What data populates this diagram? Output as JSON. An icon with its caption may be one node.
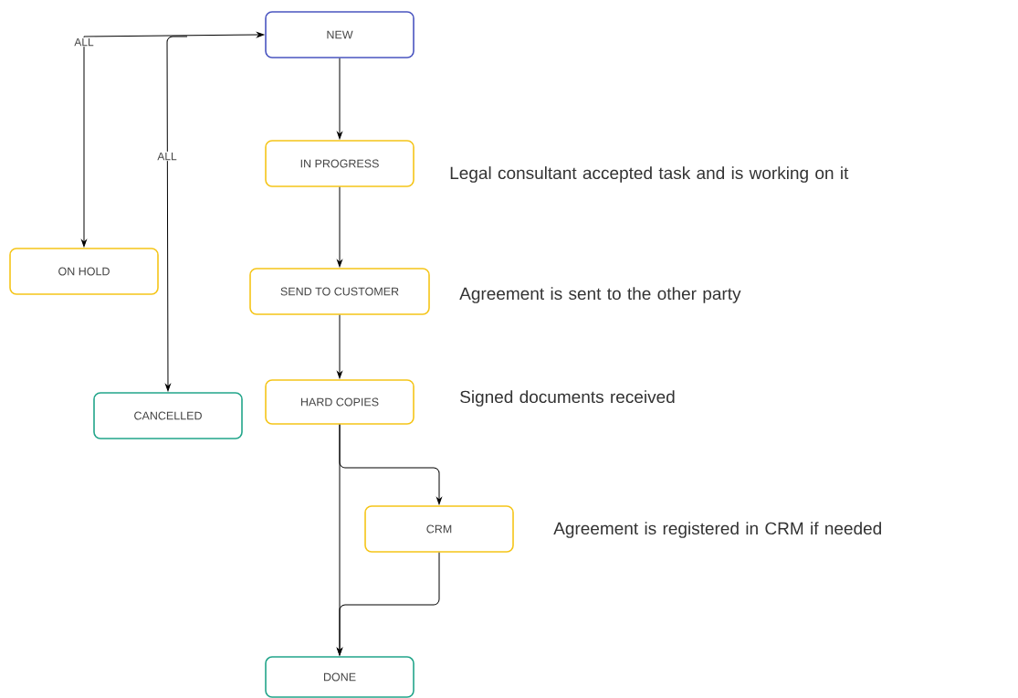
{
  "diagram": {
    "nodes": [
      {
        "text": [
          "NEW"
        ]
      },
      {
        "text": [
          "IN PROGRESS"
        ],
        "beside": [
          "Legal consultant accepted task and is working on it"
        ]
      },
      {
        "text": [
          "ON HOLD"
        ]
      },
      {
        "text": [
          "SEND TO CUSTOMER"
        ],
        "beside": [
          "Agreement is sent to the other party"
        ]
      },
      {
        "text": [
          "CANCELLED"
        ]
      },
      {
        "text": [
          "HARD COPIES"
        ],
        "beside": [
          "Signed documents received"
        ]
      },
      {
        "text": [
          "CRM"
        ],
        "beside": [
          "Agreement is registered in CRM if needed"
        ]
      },
      {
        "text": [
          "DONE"
        ]
      }
    ],
    "edges": [
      {
        "from": null,
        "to": 2,
        "arrow": "to",
        "label": "ALL"
      },
      {
        "from": null,
        "to": 4,
        "arrow": "to",
        "label": "ALL"
      },
      {
        "from": null,
        "to": 0,
        "arrow": "to"
      },
      {
        "from": 0,
        "to": 1,
        "arrow": "to"
      },
      {
        "from": 1,
        "to": 3,
        "arrow": "to"
      },
      {
        "from": 3,
        "to": 5,
        "arrow": "to"
      },
      {
        "from": 5,
        "to": 6,
        "arrow": "to"
      },
      {
        "from": 5,
        "to": 7,
        "arrow": "to"
      },
      {
        "from": 6,
        "to": 7,
        "arrow": "to"
      }
    ]
  }
}
